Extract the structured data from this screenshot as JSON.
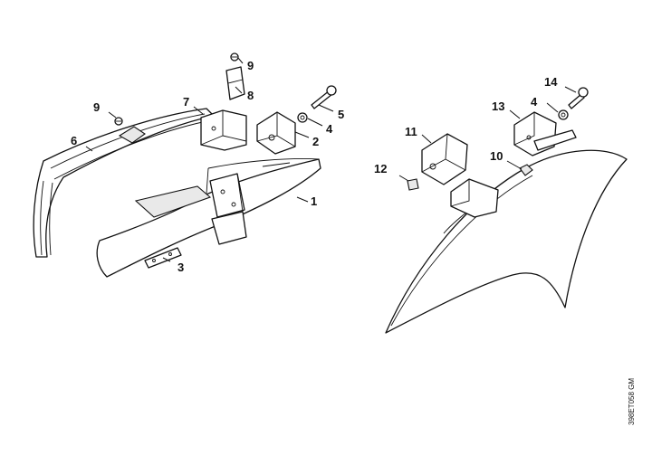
{
  "callouts": [
    {
      "id": "c1",
      "text": "1"
    },
    {
      "id": "c2",
      "text": "2"
    },
    {
      "id": "c3",
      "text": "3"
    },
    {
      "id": "c4a",
      "text": "4"
    },
    {
      "id": "c4b",
      "text": "4"
    },
    {
      "id": "c5",
      "text": "5"
    },
    {
      "id": "c6",
      "text": "6"
    },
    {
      "id": "c7",
      "text": "7"
    },
    {
      "id": "c8",
      "text": "8"
    },
    {
      "id": "c9a",
      "text": "9"
    },
    {
      "id": "c9b",
      "text": "9"
    },
    {
      "id": "c10",
      "text": "10"
    },
    {
      "id": "c11",
      "text": "11"
    },
    {
      "id": "c12",
      "text": "12"
    },
    {
      "id": "c13",
      "text": "13"
    },
    {
      "id": "c14",
      "text": "14"
    }
  ],
  "reference_code": "398ET058 GM",
  "colors": {
    "line": "#111111",
    "fill": "#ffffff",
    "shade": "#e9e9e9"
  }
}
